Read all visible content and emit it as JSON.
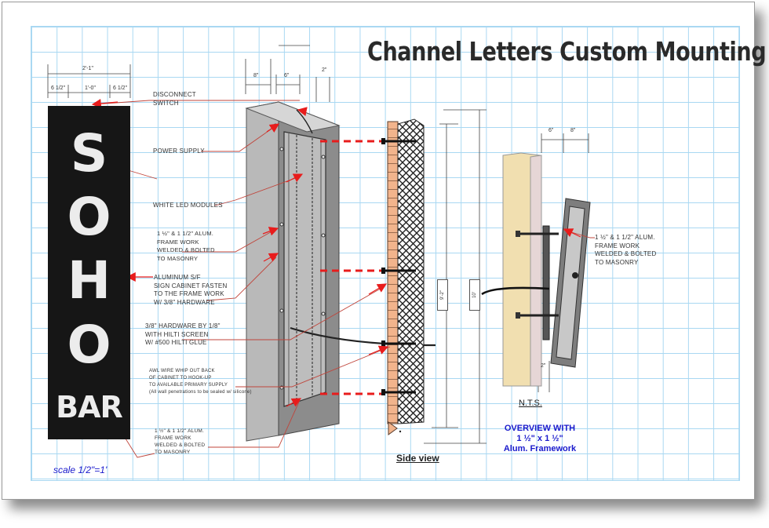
{
  "title": "Channel Letters Custom Mounting",
  "sign": {
    "letters": [
      "S",
      "O",
      "H",
      "O"
    ],
    "bottom_word": "BAR",
    "dims": {
      "overall": "2'-1\"",
      "left": "6 1/2\"",
      "center": "1'-0\"",
      "right": "6 1/2\""
    }
  },
  "scale_note": "scale 1/2\"=1'",
  "labels": {
    "disconnect": [
      "DISCONNECT",
      "SWITCH"
    ],
    "power_supply": [
      "POWER SUPPLY"
    ],
    "led_modules": [
      "WHITE LED MODULES"
    ],
    "frame_1": [
      "1 ½\" & 1 1/2\" ALUM.",
      "FRAME WORK",
      "WELDED & BOLTED",
      "TO MASONRY"
    ],
    "aluminum": [
      "ALUMINUM S/F",
      "SIGN CABINET FASTEN",
      "TO THE FRAME WORK",
      "W/ 3/8\" HARDWARE"
    ],
    "hardware": [
      "3/8\" HARDWARE BY 1/8\"",
      "WITH HILTI SCREEN",
      "W/ #500 HILTI GLUE"
    ],
    "wire": [
      "AWL WIRE WHIP OUT BACK",
      "OF CABINET TO HOOK-UP",
      "TO AVAILABLE PRIMARY SUPPLY",
      "(All wall penetrations to be sealed w/ silicone)"
    ],
    "frame_2": [
      "1 ½\" & 1 1/2\" ALUM.",
      "FRAME WORK",
      "WELDED & BOLTED",
      "TO MASONRY"
    ],
    "frame_3": [
      "1 ½\" & 1 1/2\" ALUM.",
      "FRAME WORK",
      "WELDED & BOLTED",
      "TO MASONRY"
    ]
  },
  "cabinet_dims": {
    "d1": "8\"",
    "d2": "6\"",
    "d3": "2\""
  },
  "side_view": {
    "caption": "Side view",
    "height_1": "9'-2\"",
    "height_2": "10'"
  },
  "overview": {
    "dims": {
      "d1": "6\"",
      "d2": "8\"",
      "gap": "2\""
    },
    "nts": "N.T.S.",
    "caption": [
      "OVERVIEW WITH",
      "1 ½\" x 1 ½\"",
      "Alum. Framework"
    ]
  },
  "colors": {
    "grid": "#a9d8f2",
    "arrow": "#e81c1c",
    "blue_text": "#1a1acc",
    "brick": "#f2b48c",
    "wall": "#f1dfb0",
    "leader": "#c0453b"
  }
}
